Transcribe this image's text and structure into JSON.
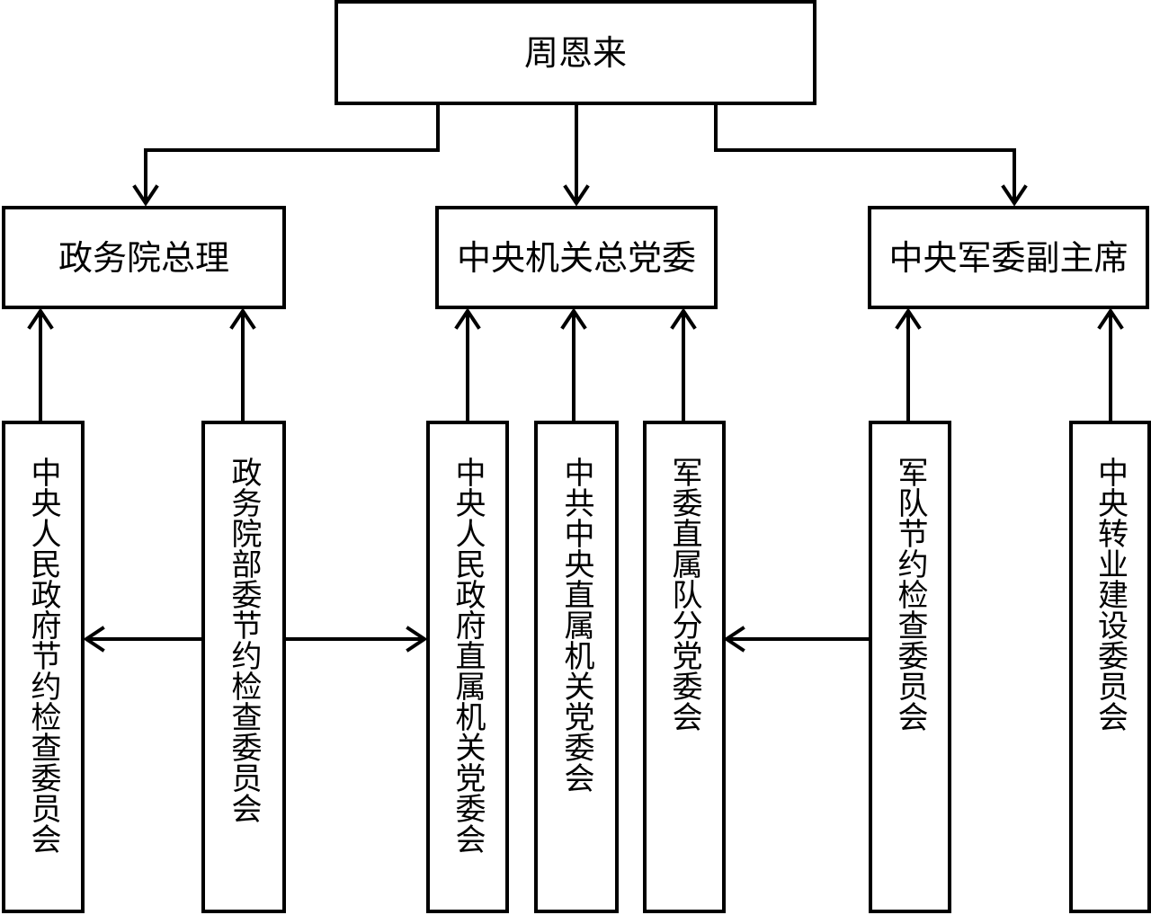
{
  "diagram": {
    "root": {
      "label": "周恩来"
    },
    "level1": [
      {
        "label": "政务院总理"
      },
      {
        "label": "中央机关总党委"
      },
      {
        "label": "中央军委副主席"
      }
    ],
    "level2": [
      {
        "label": "中央人民政府节约检查委员会"
      },
      {
        "label": "政务院部委节约检查委员会"
      },
      {
        "label": "中央人民政府直属机关党委会"
      },
      {
        "label": "中共中央直属机关党委会"
      },
      {
        "label": "军委直属队分党委会"
      },
      {
        "label": "军队节约检查委员会"
      },
      {
        "label": "中央转业建设委员会"
      }
    ]
  }
}
